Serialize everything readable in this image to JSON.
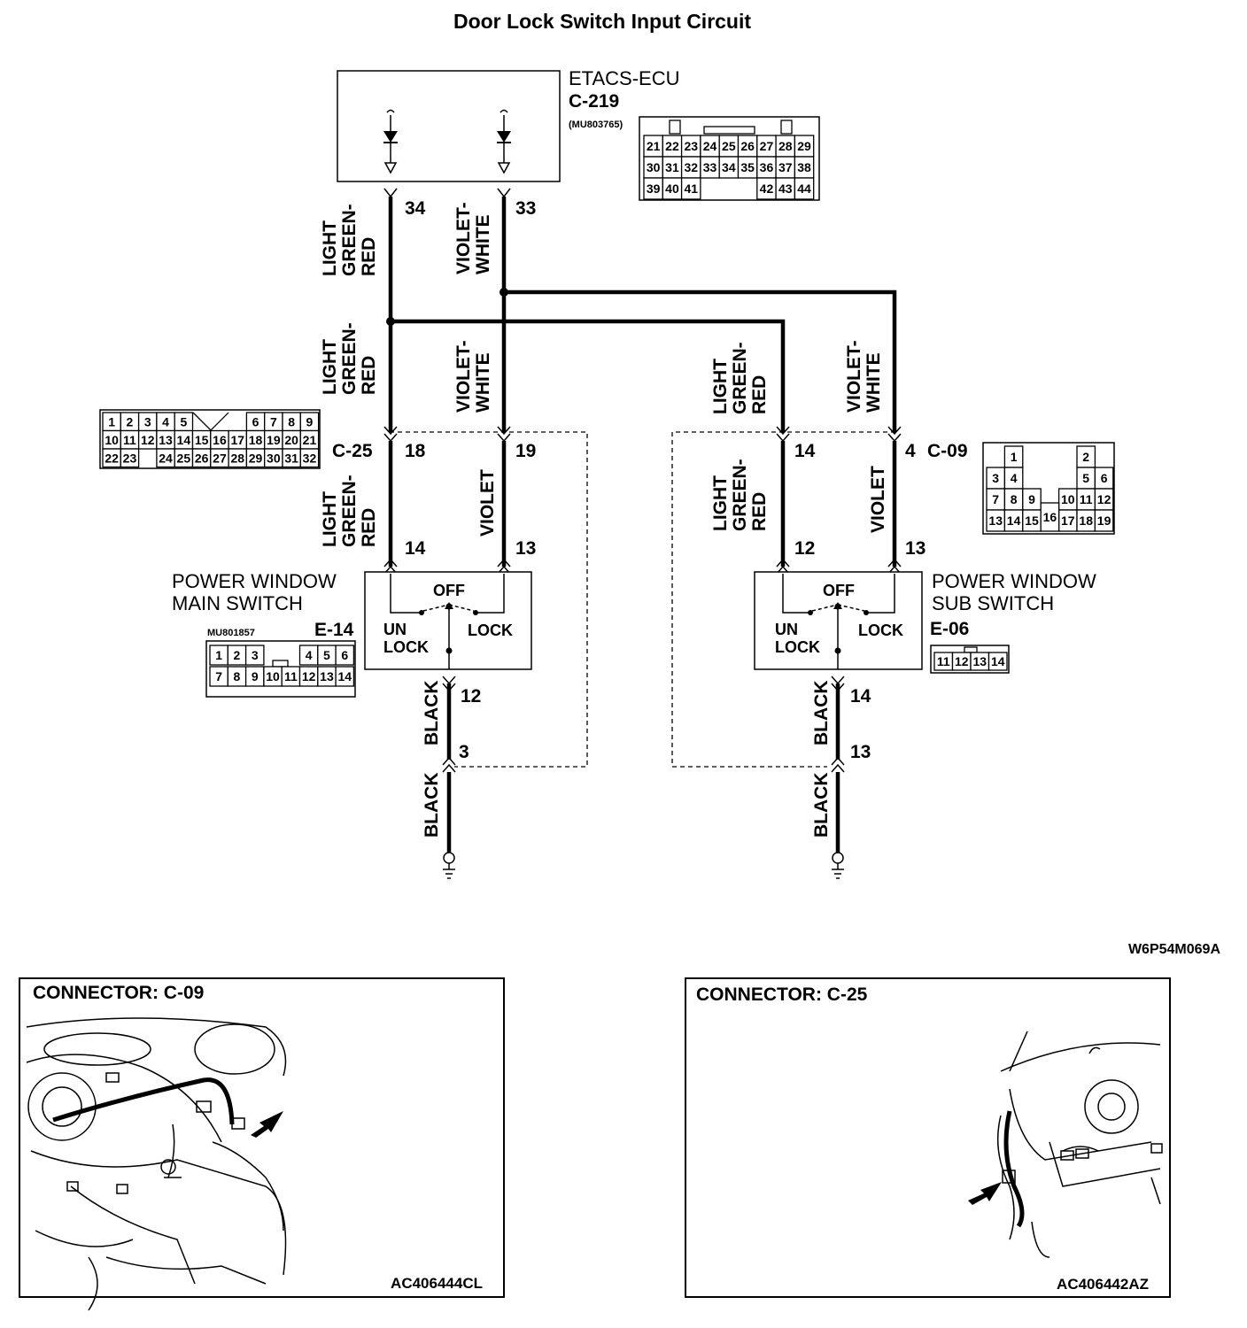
{
  "title": "Door Lock Switch Input Circuit",
  "ecu": {
    "name": "ETACS-ECU",
    "connector": "C-219",
    "part": "(MU803765)",
    "pin_rows": [
      [
        "21",
        "22",
        "23",
        "24",
        "25",
        "26",
        "27",
        "28",
        "29"
      ],
      [
        "30",
        "31",
        "32",
        "33",
        "34",
        "35",
        "36",
        "37",
        "38"
      ],
      [
        "39",
        "40",
        "41",
        "",
        "",
        "",
        "42",
        "43",
        "44"
      ]
    ],
    "pin_a": "34",
    "pin_b": "33"
  },
  "wire_labels": {
    "light_green_red": [
      "LIGHT",
      "GREEN-",
      "RED"
    ],
    "violet_white": [
      "VIOLET-",
      "WHITE"
    ],
    "violet": "VIOLET",
    "black": "BLACK"
  },
  "c25": {
    "name": "C-25",
    "pin_a": "18",
    "pin_b": "19",
    "grid": [
      [
        "1",
        "2",
        "3",
        "4",
        "5",
        "",
        "",
        "",
        "6",
        "7",
        "8",
        "9"
      ],
      [
        "10",
        "11",
        "12",
        "13",
        "14",
        "15",
        "16",
        "17",
        "18",
        "19",
        "20",
        "21"
      ],
      [
        "22",
        "23",
        "",
        "24",
        "25",
        "26",
        "27",
        "28",
        "29",
        "30",
        "31",
        "32"
      ]
    ]
  },
  "c09": {
    "name": "C-09",
    "pin_a": "14",
    "pin_b": "4",
    "grid": [
      [
        "",
        "1",
        "",
        "",
        "",
        "",
        "2",
        ""
      ],
      [
        "3",
        "4",
        "",
        "",
        "",
        "",
        "5",
        "6"
      ],
      [
        "7",
        "8",
        "9",
        "",
        "10",
        "11",
        "12"
      ],
      [
        "13",
        "14",
        "15",
        "16",
        "17",
        "18",
        "19"
      ]
    ]
  },
  "main_switch": {
    "label_line1": "POWER WINDOW",
    "label_line2": "MAIN SWITCH",
    "connector": "E-14",
    "part": "MU801857",
    "pin_a": "14",
    "pin_b": "13",
    "ground_pin_top": "12",
    "ground_pin_bottom": "3",
    "pins_row1": [
      "1",
      "2",
      "3",
      "",
      "4",
      "5",
      "6"
    ],
    "pins_row2": [
      "7",
      "8",
      "9",
      "10",
      "11",
      "12",
      "13",
      "14"
    ],
    "off": "OFF",
    "unlock": [
      "UN",
      "LOCK"
    ],
    "lock": "LOCK"
  },
  "sub_switch": {
    "label_line1": "POWER WINDOW",
    "label_line2": "SUB SWITCH",
    "connector": "E-06",
    "pin_a": "12",
    "pin_b": "13",
    "ground_pin_top": "14",
    "ground_pin_bottom": "13",
    "pins": [
      "11",
      "12",
      "13",
      "14"
    ],
    "off": "OFF",
    "unlock": [
      "UN",
      "LOCK"
    ],
    "lock": "LOCK"
  },
  "figure_code": "W6P54M069A",
  "photos": [
    {
      "title": "CONNECTOR: C-09",
      "code": "AC406444CL"
    },
    {
      "title": "CONNECTOR: C-25",
      "code": "AC406442AZ"
    }
  ]
}
